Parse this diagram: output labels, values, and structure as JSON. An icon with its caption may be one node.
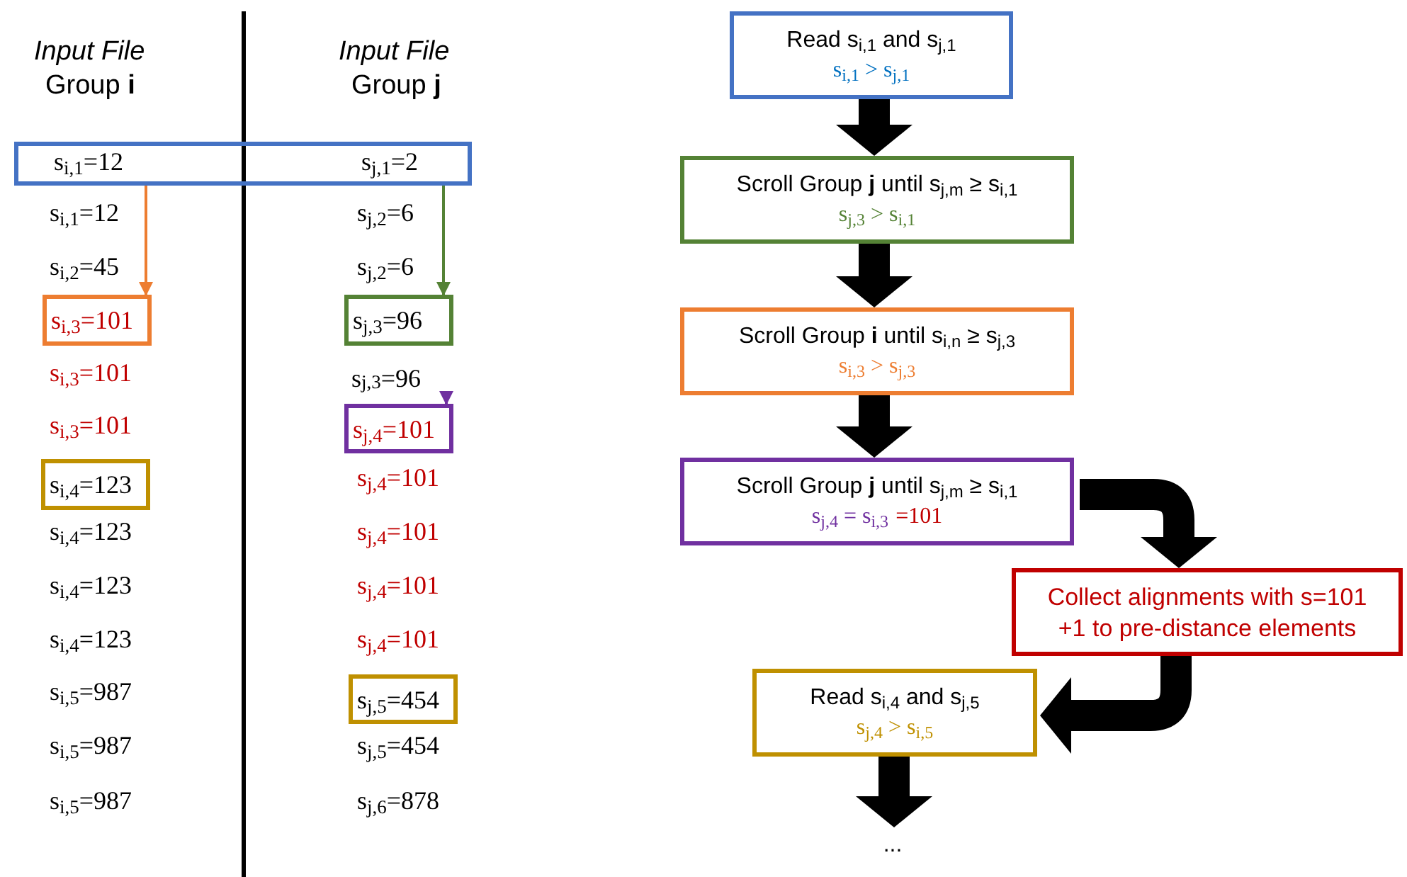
{
  "diagram": {
    "nodes": [
      {
        "text": [
          "s$_{i,1}$=12",
          "s$_{j,1}$=2"
        ]
      },
      {
        "text": [
          "s$_{i,3}$=101"
        ]
      },
      {
        "text": [
          "s$_{j,3}$=96"
        ]
      },
      {
        "text": [
          "s$_{j,3}$=96"
        ]
      },
      {
        "text": [
          "s$_{j,4}$=101"
        ]
      },
      {
        "text": [
          "s$_{i,4}$=123"
        ]
      },
      {
        "text": [
          "s$_{j,5}$=454"
        ]
      },
      {
        "text": [
          "Read s$_{i,1}$ and s$_{j,1}$",
          "s$_{i,1}$ > s$_{j,1}$"
        ]
      },
      {
        "text": [
          "Scroll Group **j** until s$_{j,m}$ ≥ s$_{i,1}$",
          "s$_{j,3}$ > s$_{i,1}$"
        ]
      },
      {
        "text": [
          "Scroll Group **i** until s$_{i,n}$ ≥ s$_{j,3}$",
          "s$_{i,3}$ > s$_{j,3}$"
        ]
      },
      {
        "text": [
          "Scroll Group **j** until s$_{j,m}$ ≥ s$_{i,1}$",
          "s$_{j,4}$ = s$_{i,3}$",
          "=101"
        ]
      },
      {
        "text": [
          "Collect alignments with s=101",
          "+1 to pre-distance elements"
        ]
      },
      {
        "text": [
          "Read s$_{i,4}$ and s$_{j,5}$",
          "s$_{j,4}$ > s$_{i,5}$"
        ]
      },
      {
        "text": [
          "..."
        ]
      }
    ],
    "edges": [
      {
        "from": 0,
        "to": 1,
        "arrow": "to",
        "color": "#ed7d31"
      },
      {
        "from": 0,
        "to": 2,
        "arrow": "to",
        "color": "#548235"
      },
      {
        "from": 3,
        "to": 4,
        "arrow": "to",
        "color": "#7030a0"
      },
      {
        "from": 7,
        "to": 8,
        "arrow": "to"
      },
      {
        "from": 8,
        "to": 9,
        "arrow": "to"
      },
      {
        "from": 9,
        "to": 10,
        "arrow": "to"
      },
      {
        "from": 10,
        "to": 11,
        "arrow": "to"
      },
      {
        "from": 11,
        "to": 12,
        "arrow": "to"
      },
      {
        "from": 12,
        "to": 13,
        "arrow": "to"
      }
    ],
    "labels": [
      "Input File",
      "Input File",
      "Group **i**",
      "Group **j**",
      "s$_{i,1}$=12",
      "s$_{j,2}$=6",
      "s$_{i,2}$=45",
      "s$_{j,2}$=6",
      "s$_{i,3}$=101",
      "s$_{i,3}$=101",
      "s$_{j,4}$=101",
      "s$_{i,4}$=123",
      "s$_{j,4}$=101",
      "s$_{i,4}$=123",
      "s$_{j,4}$=101",
      "s$_{i,4}$=123",
      "s$_{j,4}$=101",
      "s$_{i,5}$=987",
      "s$_{i,5}$=987",
      "s$_{j,5}$=454",
      "s$_{i,5}$=987",
      "s$_{j,6}$=878"
    ]
  }
}
